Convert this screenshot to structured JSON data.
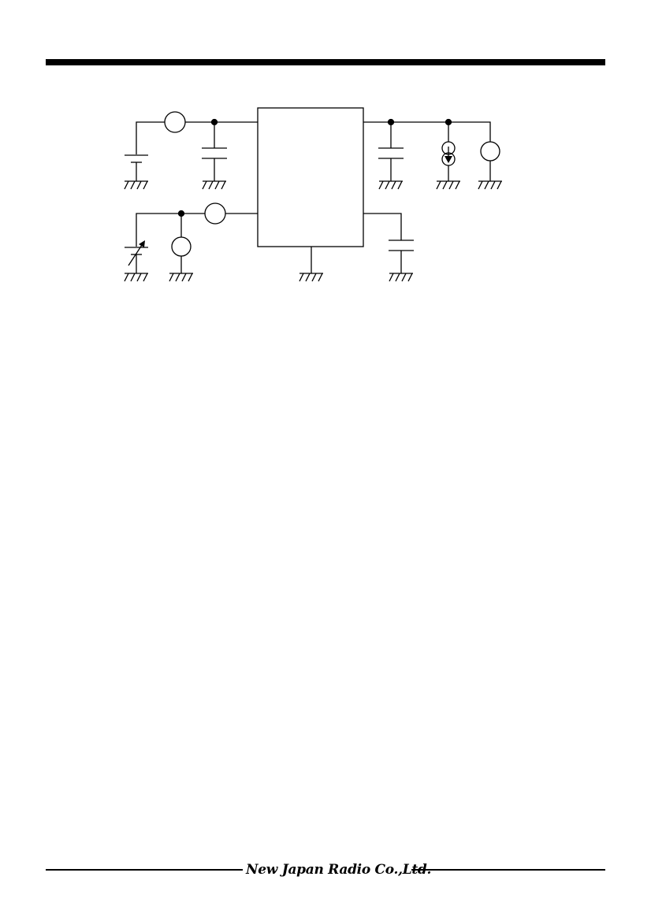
{
  "header": {},
  "schematic": {
    "components": [
      "ammeter-input",
      "battery-supply",
      "capacitor-input",
      "ic-block",
      "capacitor-output",
      "current-load",
      "voltmeter-output",
      "variable-voltage-source",
      "voltmeter-control",
      "ammeter-control",
      "capacitor-aux"
    ]
  },
  "footer": {
    "company": "New Japan Radio Co.,Ltd."
  }
}
